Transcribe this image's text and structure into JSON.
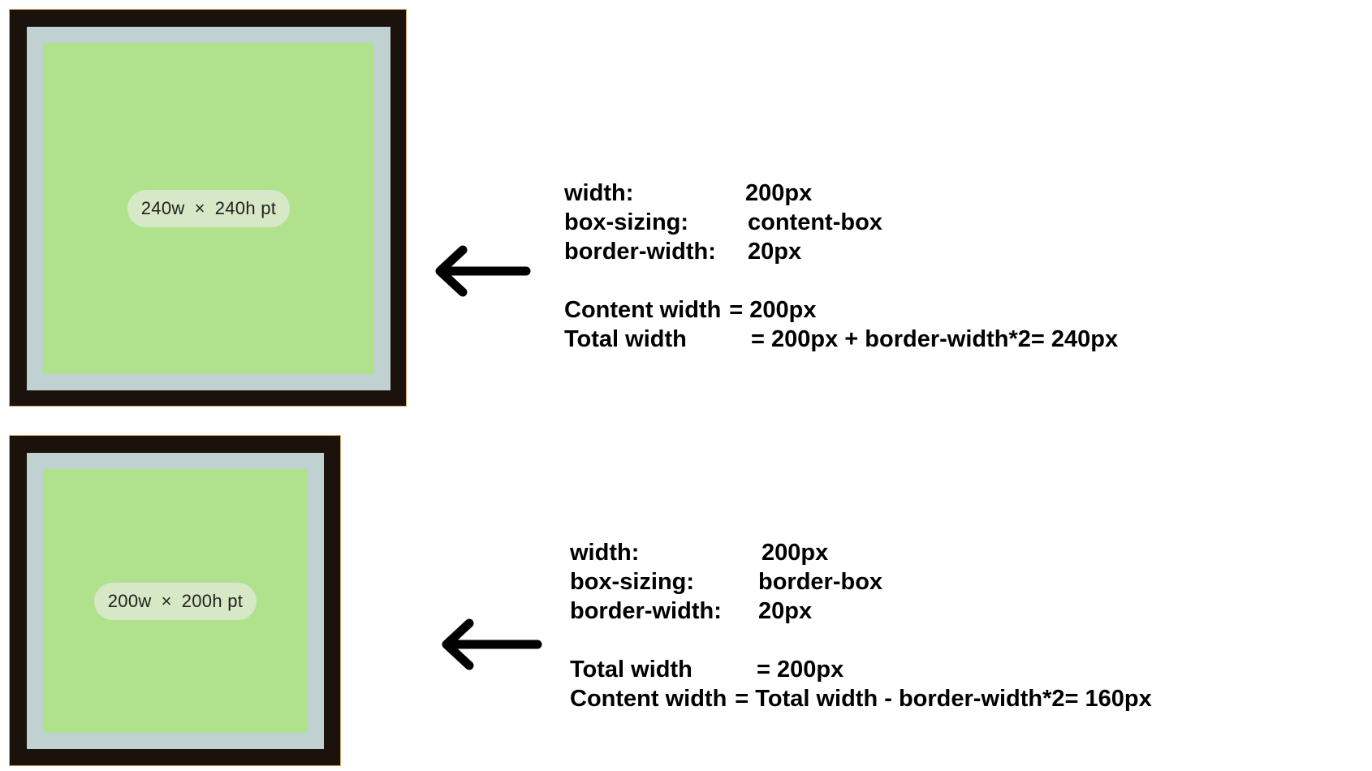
{
  "diagrams": [
    {
      "box_label": {
        "w": "240w",
        "sep": "×",
        "h": "240h pt"
      },
      "props": [
        {
          "key": "width:",
          "value": "200px"
        },
        {
          "key": "box-sizing:",
          "value": "content-box"
        },
        {
          "key": "border-width:",
          "value": "20px"
        }
      ],
      "formulas": [
        {
          "key": "Content width",
          "value": "= 200px"
        },
        {
          "key": "Total width",
          "value": "= 200px + border-width*2=  240px"
        }
      ]
    },
    {
      "box_label": {
        "w": "200w",
        "sep": "×",
        "h": "200h pt"
      },
      "props": [
        {
          "key": "width:",
          "value": "200px"
        },
        {
          "key": "box-sizing:",
          "value": "border-box"
        },
        {
          "key": "border-width:",
          "value": "20px"
        }
      ],
      "formulas": [
        {
          "key": "Total width",
          "value": "= 200px"
        },
        {
          "key": "Content width",
          "value": "= Total width - border-width*2=  160px"
        }
      ]
    }
  ],
  "colors": {
    "border": "#1a120b",
    "padding": "#bfd1d0",
    "content": "#b0e28d",
    "label_bg": "#d6e8c5"
  },
  "icons": [
    "arrow-left-icon",
    "arrow-left-icon"
  ]
}
